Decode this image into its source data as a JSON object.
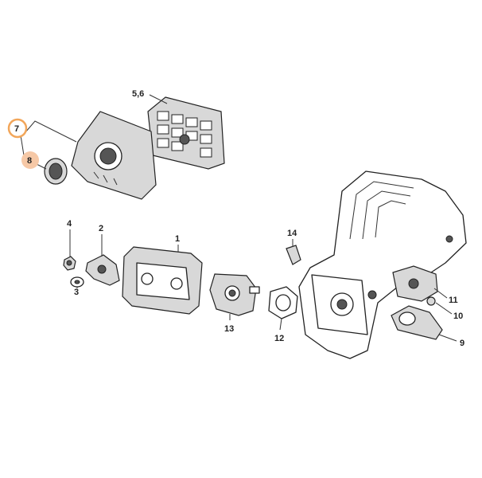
{
  "diagram": {
    "callouts": [
      {
        "id": "p56",
        "label": "5,6"
      },
      {
        "id": "p7",
        "label": "7",
        "highlight": "#f2a65a",
        "style": "ring"
      },
      {
        "id": "p8",
        "label": "8",
        "highlight": "#f6c8a6",
        "style": "filled"
      },
      {
        "id": "p4",
        "label": "4"
      },
      {
        "id": "p2",
        "label": "2"
      },
      {
        "id": "p1",
        "label": "1"
      },
      {
        "id": "p3",
        "label": "3"
      },
      {
        "id": "p14",
        "label": "14"
      },
      {
        "id": "p13",
        "label": "13"
      },
      {
        "id": "p12",
        "label": "12"
      },
      {
        "id": "p11",
        "label": "11"
      },
      {
        "id": "p10",
        "label": "10"
      },
      {
        "id": "p9",
        "label": "9"
      }
    ]
  }
}
